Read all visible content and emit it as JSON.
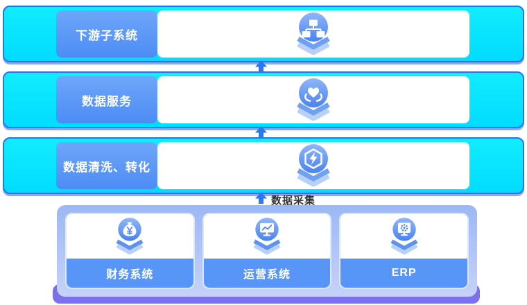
{
  "diagram": {
    "layers": [
      {
        "label": "下游子系统",
        "icon": "sitemap-icon"
      },
      {
        "label": "数据服务",
        "icon": "service-heart-icon"
      },
      {
        "label": "数据清洗、转化",
        "icon": "data-transform-icon"
      }
    ],
    "flow_annotation": "数据采集",
    "source_panel": {
      "cards": [
        {
          "label": "财务系统",
          "icon": "money-bag-icon"
        },
        {
          "label": "运营系统",
          "icon": "line-chart-monitor-icon"
        },
        {
          "label": "ERP",
          "icon": "gear-monitor-icon"
        }
      ]
    },
    "colors": {
      "band_cyan": "#00e4ff",
      "band_border": "#2d6ff7",
      "label_blue": "#5796f6",
      "icon_circle_blue": "#4a83ef",
      "arrow_blue": "#2b78f2",
      "panel_lavender": "#adc0f5",
      "base_purple": "#7b72e8",
      "annotation_text": "#333333"
    }
  }
}
